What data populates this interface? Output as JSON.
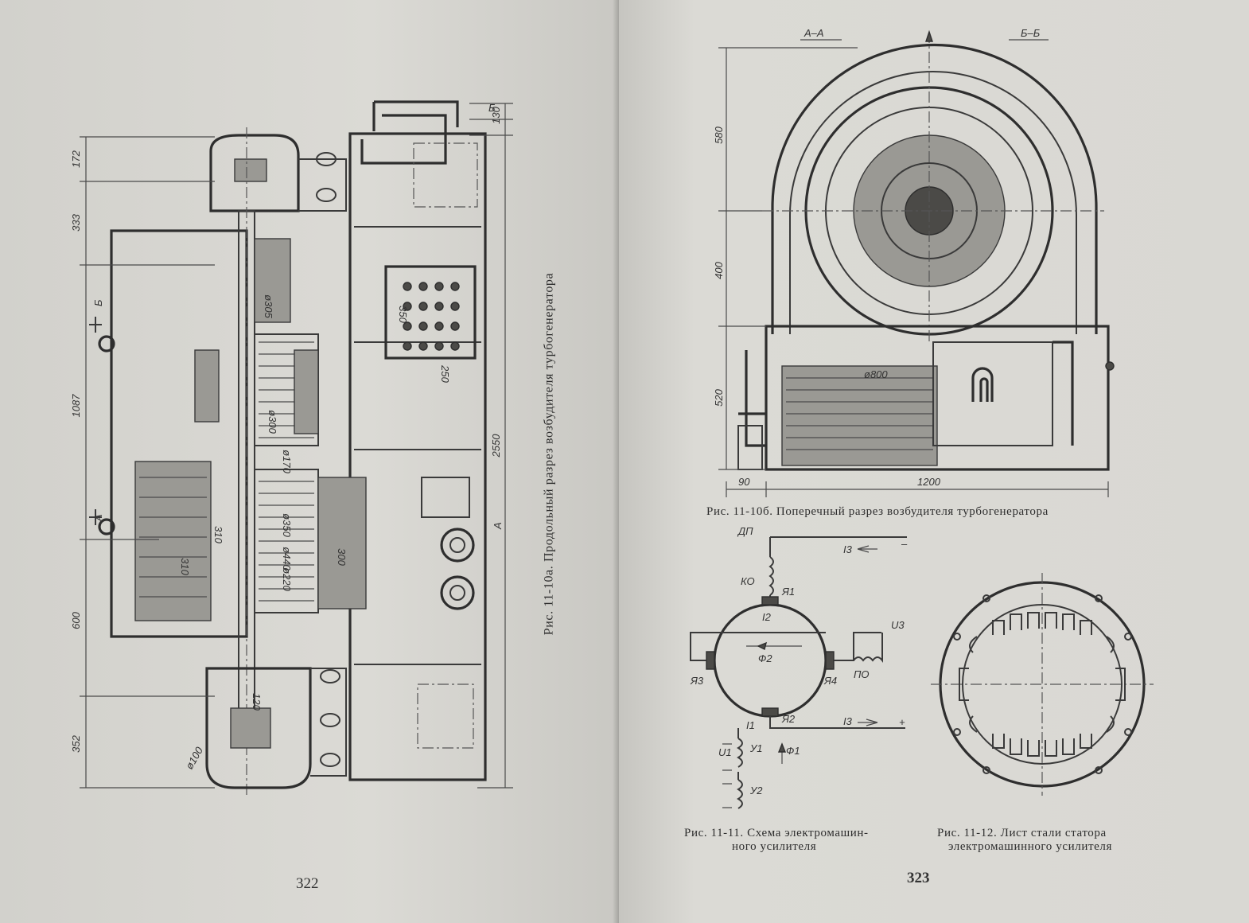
{
  "left_page": {
    "page_number": "322",
    "caption": "Рис. 11-10а. Продольный разрез возбудителя турбогенератора",
    "dims": {
      "d130": "130",
      "d172": "172",
      "d333": "333",
      "d1087": "1087",
      "d600": "600",
      "d352": "352",
      "d2550": "2550",
      "d350": "350",
      "d250": "250",
      "d_o305": "ø305",
      "d_o300": "ø300",
      "d_o170": "ø170",
      "d_o350": "ø350",
      "d_o440": "ø440",
      "d_o220": "ø220",
      "d_300": "300",
      "d_310a": "310",
      "d_310b": "310",
      "d_120": "120",
      "d_o100": "ø100"
    },
    "section_marks": {
      "b_top": "Б",
      "b_mid": "Б",
      "a_mid": "А",
      "a_right": "А"
    }
  },
  "right_page": {
    "page_number": "323",
    "fig10b": {
      "caption": "Рис. 11-10б. Поперечный разрез возбудителя турбогенератора",
      "section_aa": "А–А",
      "section_bb": "Б–Б",
      "dims": {
        "d580": "580",
        "d400": "400",
        "d520": "520",
        "d90": "90",
        "d1200": "1200",
        "d800": "ø800"
      }
    },
    "fig11": {
      "caption_line1": "Рис. 11-11. Схема электромашин-",
      "caption_line2": "ного усилителя",
      "labels": {
        "dp": "ДП",
        "ko": "КО",
        "ya1": "Я1",
        "ya2": "Я2",
        "ya3": "Я3",
        "ya4": "Я4",
        "po": "ПО",
        "i3_top": "I3",
        "i3_bottom": "I3",
        "i2": "I2",
        "phi2": "Ф2",
        "u3": "U3",
        "i1": "I1",
        "u1": "U1",
        "y1": "У1",
        "y2": "У2",
        "phi1": "Ф1",
        "plus": "+",
        "minus": "–"
      }
    },
    "fig12": {
      "caption_line1": "Рис. 11-12. Лист стали статора",
      "caption_line2": "электромашинного усилителя"
    }
  }
}
